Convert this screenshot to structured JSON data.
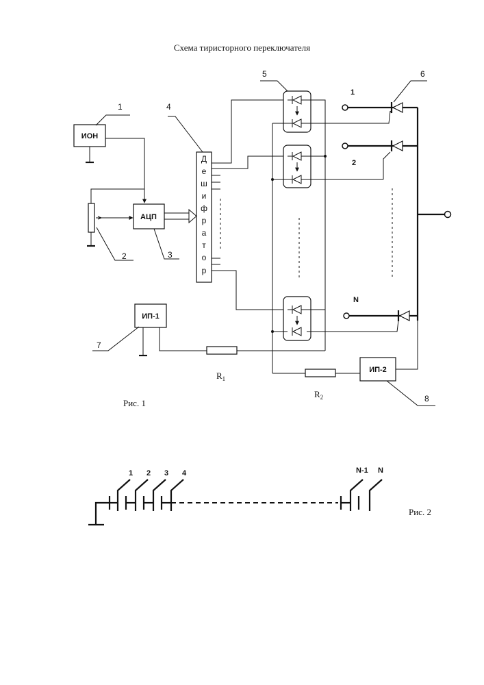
{
  "title": "Схема тиристорного переключателя",
  "fig1": {
    "caption": "Рис. 1",
    "blocks": {
      "ion": "ИОН",
      "adc": "АЦП",
      "decoder": [
        "Д",
        "е",
        "ш",
        "и",
        "ф",
        "р",
        "а",
        "т",
        "о",
        "р"
      ],
      "ip1": "ИП-1",
      "ip2": "ИП-2"
    },
    "refs": {
      "r1": "1",
      "r2": "2",
      "r3": "3",
      "r4": "4",
      "r5": "5",
      "r6": "6",
      "r7": "7",
      "r8": "8"
    },
    "resistors": {
      "r1_label": "R",
      "r1_sub": "1",
      "r2_label": "R",
      "r2_sub": "2"
    },
    "terminals": {
      "t1": "1",
      "t2": "2",
      "tN": "N"
    }
  },
  "fig2": {
    "caption": "Рис. 2",
    "contacts": [
      "1",
      "2",
      "3",
      "4",
      "N-1",
      "N"
    ]
  }
}
